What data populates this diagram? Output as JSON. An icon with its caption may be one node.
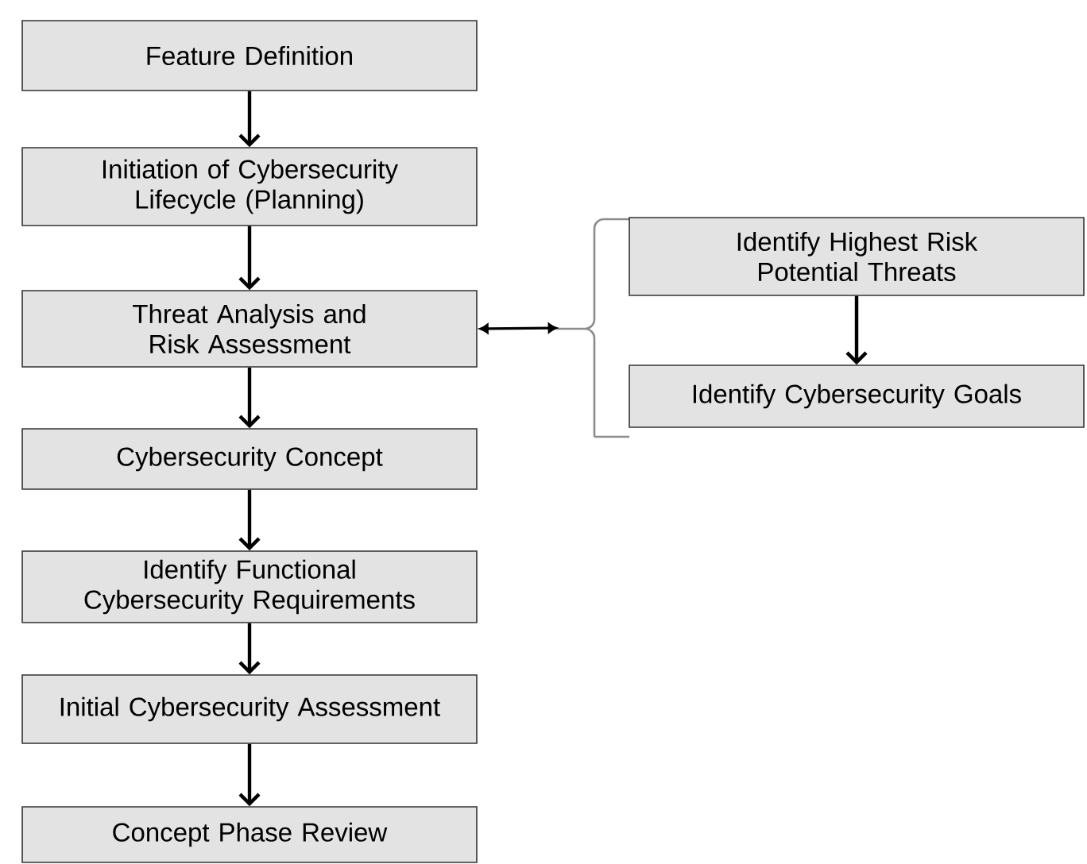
{
  "diagram": {
    "nodes": [
      {
        "text": [
          "Feature Definition"
        ]
      },
      {
        "text": [
          "Initiation of Cybersecurity Lifecycle (Planning)"
        ]
      },
      {
        "text": [
          "Threat Analysis and Risk Assessment"
        ]
      },
      {
        "text": [
          "Cybersecurity Concept"
        ]
      },
      {
        "text": [
          "Identify Functional Cybersecurity Requirements"
        ]
      },
      {
        "text": [
          "Initial Cybersecurity Assessment"
        ]
      },
      {
        "text": [
          "Concept Phase Review"
        ]
      },
      {
        "text": [],
        "shape": "bracket"
      },
      {
        "text": [
          "Identify Highest Risk Potential Threats"
        ]
      },
      {
        "text": [
          "Identify Cybersecurity Goals"
        ]
      }
    ],
    "edges": [
      {
        "from": 0,
        "to": 1,
        "arrow": "to"
      },
      {
        "from": 1,
        "to": 2,
        "arrow": "to"
      },
      {
        "from": 2,
        "to": 3,
        "arrow": "to"
      },
      {
        "from": 3,
        "to": 4,
        "arrow": "to"
      },
      {
        "from": 4,
        "to": 5,
        "arrow": "to"
      },
      {
        "from": 5,
        "to": 6,
        "arrow": "to"
      },
      {
        "from": 2,
        "to": 7,
        "arrow": "both"
      },
      {
        "from": 8,
        "to": 9,
        "arrow": "to"
      }
    ]
  }
}
